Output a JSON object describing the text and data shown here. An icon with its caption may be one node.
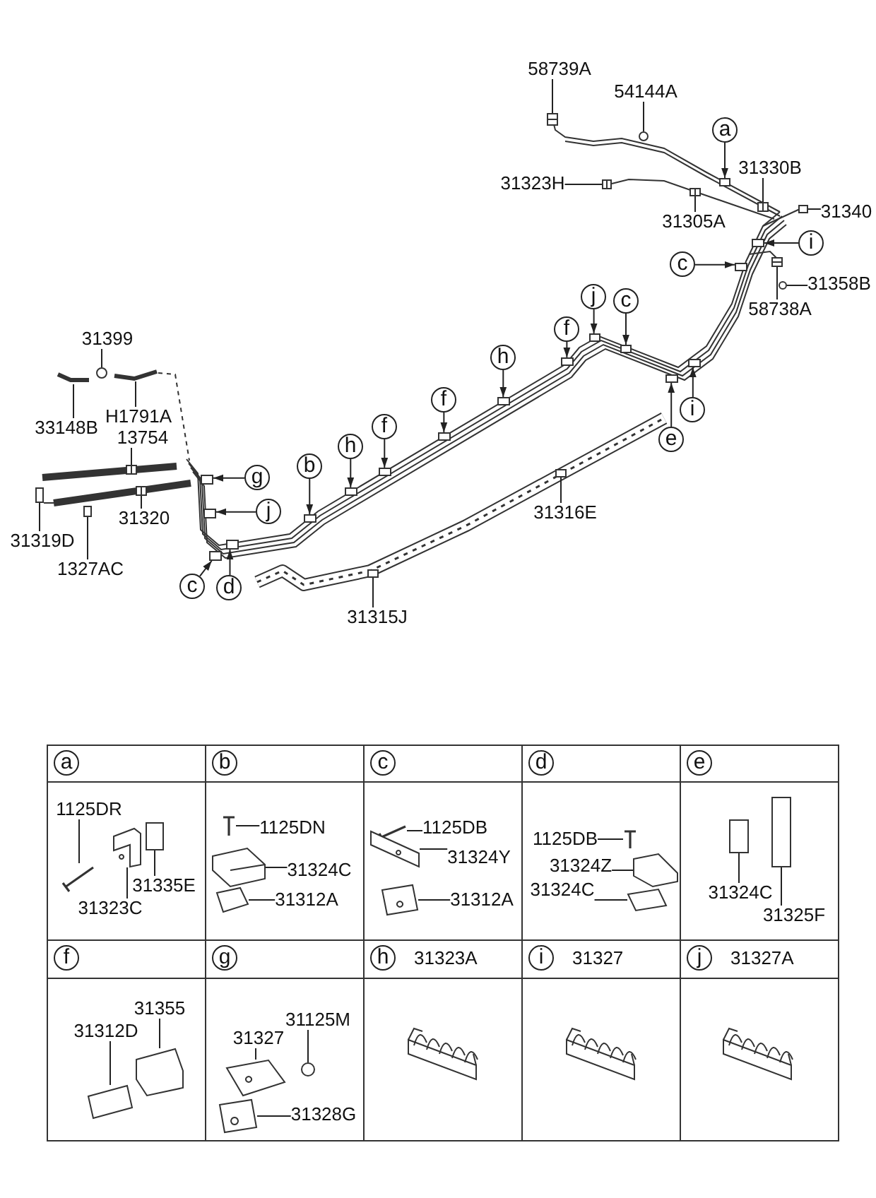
{
  "diagram": {
    "nodes": [
      {
        "text": [
          "58739A"
        ]
      },
      {
        "text": [
          "54144A"
        ]
      },
      {
        "text": [
          "a"
        ]
      },
      {
        "text": [
          "31330B"
        ]
      },
      {
        "text": [
          "31323H"
        ]
      },
      {
        "text": [
          "31305A"
        ]
      },
      {
        "text": [
          "31340"
        ]
      },
      {
        "text": [
          "i"
        ]
      },
      {
        "text": [
          "c"
        ]
      },
      {
        "text": [
          "31358B"
        ]
      },
      {
        "text": [
          "58738A"
        ]
      },
      {
        "text": [
          "j"
        ]
      },
      {
        "text": [
          "c"
        ]
      },
      {
        "text": [
          "f"
        ]
      },
      {
        "text": [
          "h"
        ]
      },
      {
        "text": [
          "f"
        ]
      },
      {
        "text": [
          "f"
        ]
      },
      {
        "text": [
          "h"
        ]
      },
      {
        "text": [
          "b"
        ]
      },
      {
        "text": [
          "e"
        ]
      },
      {
        "text": [
          "i"
        ]
      },
      {
        "text": [
          "31316E"
        ]
      },
      {
        "text": [
          "31399"
        ]
      },
      {
        "text": [
          "33148B"
        ]
      },
      {
        "text": [
          "H1791A"
        ]
      },
      {
        "text": [
          "13754"
        ]
      },
      {
        "text": [
          "g"
        ]
      },
      {
        "text": [
          "j"
        ]
      },
      {
        "text": [
          "31320"
        ]
      },
      {
        "text": [
          "31319D"
        ]
      },
      {
        "text": [
          "1327AC"
        ]
      },
      {
        "text": [
          "c"
        ]
      },
      {
        "text": [
          "d"
        ]
      },
      {
        "text": [
          "31315J"
        ]
      },
      {
        "text": [
          "a"
        ]
      },
      {
        "text": [
          "b"
        ]
      },
      {
        "text": [
          "c"
        ]
      },
      {
        "text": [
          "d"
        ]
      },
      {
        "text": [
          "e"
        ]
      },
      {
        "text": [
          "1125DR"
        ]
      },
      {
        "text": [
          "31335E"
        ]
      },
      {
        "text": [
          "31323C"
        ]
      },
      {
        "text": [
          "1125DN"
        ]
      },
      {
        "text": [
          "31324C"
        ]
      },
      {
        "text": [
          "31312A"
        ]
      },
      {
        "text": [
          "1125DB"
        ]
      },
      {
        "text": [
          "31324Y"
        ]
      },
      {
        "text": [
          "31312A"
        ]
      },
      {
        "text": [
          "1125DB"
        ]
      },
      {
        "text": [
          "31324Z"
        ]
      },
      {
        "text": [
          "31324C"
        ]
      },
      {
        "text": [
          "31324C"
        ]
      },
      {
        "text": [
          "31325F"
        ]
      },
      {
        "text": [
          "f"
        ]
      },
      {
        "text": [
          "g"
        ]
      },
      {
        "text": [
          "h"
        ],
        "beside": [
          "31323A"
        ]
      },
      {
        "text": [
          "i"
        ],
        "beside": [
          "31327"
        ]
      },
      {
        "text": [
          "j"
        ],
        "beside": [
          "31327A"
        ]
      },
      {
        "text": [
          "31355"
        ]
      },
      {
        "text": [
          "31312D"
        ]
      },
      {
        "text": [
          "31125M"
        ]
      },
      {
        "text": [
          "31327"
        ]
      },
      {
        "text": [
          "31328G"
        ]
      },
      {
        "text": [],
        "shape": "picture"
      },
      {
        "text": [],
        "shape": "circle"
      },
      {
        "text": [],
        "shape": "box"
      },
      {
        "text": [],
        "shape": "picture"
      },
      {
        "text": [],
        "shape": "picture"
      },
      {
        "text": [],
        "shape": "picture"
      },
      {
        "text": [],
        "shape": "box"
      },
      {
        "text": [],
        "shape": "box"
      },
      {
        "text": [],
        "shape": "box"
      },
      {
        "text": [],
        "shape": "circle"
      },
      {
        "text": [],
        "shape": "picture"
      },
      {
        "text": [],
        "shape": "box"
      },
      {
        "text": [],
        "shape": "box"
      },
      {
        "text": [],
        "shape": "box"
      },
      {
        "text": [],
        "shape": "box"
      },
      {
        "text": [],
        "shape": "box"
      },
      {
        "text": [],
        "shape": "box"
      },
      {
        "text": [],
        "shape": "box"
      },
      {
        "text": [],
        "shape": "box"
      },
      {
        "text": [],
        "shape": "box"
      },
      {
        "text": [],
        "shape": "box"
      },
      {
        "text": [],
        "shape": "box"
      },
      {
        "text": [],
        "shape": "circle"
      },
      {
        "text": [],
        "shape": "picture"
      },
      {
        "text": [],
        "shape": "picture"
      },
      {
        "text": [],
        "shape": "picture"
      },
      {
        "text": [],
        "shape": "box"
      },
      {
        "text": [],
        "shape": "box"
      },
      {
        "text": [],
        "shape": "picture"
      },
      {
        "text": [],
        "shape": "box"
      },
      {
        "text": [],
        "shape": "box"
      },
      {
        "text": [],
        "shape": "box"
      },
      {
        "text": [],
        "shape": "box"
      },
      {
        "text": [],
        "shape": "box"
      },
      {
        "text": [],
        "shape": "picture"
      },
      {
        "text": [],
        "shape": "box"
      },
      {
        "text": [],
        "shape": "picture"
      },
      {
        "text": [],
        "shape": "picture"
      },
      {
        "text": [],
        "shape": "picture"
      },
      {
        "text": [],
        "shape": "picture"
      },
      {
        "text": [],
        "shape": "picture"
      },
      {
        "text": [],
        "shape": "picture"
      },
      {
        "text": [],
        "shape": "picture"
      },
      {
        "text": [],
        "shape": "picture"
      },
      {
        "text": [],
        "shape": "picture"
      },
      {
        "text": [],
        "shape": "picture"
      },
      {
        "text": [],
        "shape": "box"
      },
      {
        "text": [],
        "shape": "box"
      },
      {
        "text": [],
        "shape": "picture"
      },
      {
        "text": [],
        "shape": "picture"
      },
      {
        "text": [],
        "shape": "circle"
      },
      {
        "text": [],
        "shape": "picture"
      },
      {
        "text": [],
        "shape": "picture"
      }
    ],
    "edges": [
      {
        "from": 0,
        "to": 63,
        "arrow": "none"
      },
      {
        "from": 1,
        "to": 64,
        "arrow": "none"
      },
      {
        "from": 2,
        "to": 65,
        "arrow": "to"
      },
      {
        "from": 3,
        "to": 66,
        "arrow": "none"
      },
      {
        "from": 4,
        "to": 67,
        "arrow": "none"
      },
      {
        "from": 5,
        "to": 68,
        "arrow": "none"
      },
      {
        "from": 6,
        "to": 69,
        "arrow": "none"
      },
      {
        "from": 7,
        "to": 70,
        "arrow": "to"
      },
      {
        "from": 8,
        "to": 71,
        "arrow": "to"
      },
      {
        "from": 9,
        "to": 72,
        "arrow": "none"
      },
      {
        "from": 10,
        "to": 73,
        "arrow": "none"
      },
      {
        "from": 11,
        "to": 74,
        "arrow": "to"
      },
      {
        "from": 12,
        "to": 75,
        "arrow": "to"
      },
      {
        "from": 13,
        "to": 76,
        "arrow": "to"
      },
      {
        "from": 14,
        "to": 77,
        "arrow": "to"
      },
      {
        "from": 15,
        "to": 78,
        "arrow": "to"
      },
      {
        "from": 16,
        "to": 79,
        "arrow": "to"
      },
      {
        "from": 17,
        "to": 80,
        "arrow": "to"
      },
      {
        "from": 18,
        "to": 81,
        "arrow": "to"
      },
      {
        "from": 19,
        "to": 82,
        "arrow": "to"
      },
      {
        "from": 20,
        "to": 83,
        "arrow": "to"
      },
      {
        "from": 21,
        "to": 84,
        "arrow": "none"
      },
      {
        "from": 22,
        "to": 85,
        "arrow": "none"
      },
      {
        "from": 23,
        "to": 86,
        "arrow": "none"
      },
      {
        "from": 24,
        "to": 87,
        "arrow": "none"
      },
      {
        "from": 25,
        "to": 88,
        "arrow": "none"
      },
      {
        "from": 26,
        "to": 89,
        "arrow": "to"
      },
      {
        "from": 27,
        "to": 90,
        "arrow": "to"
      },
      {
        "from": 28,
        "to": 91,
        "arrow": "none"
      },
      {
        "from": 29,
        "to": 92,
        "arrow": "none"
      },
      {
        "from": 30,
        "to": 93,
        "arrow": "none"
      },
      {
        "from": 31,
        "to": 94,
        "arrow": "to"
      },
      {
        "from": 32,
        "to": 95,
        "arrow": "to"
      },
      {
        "from": 33,
        "to": 96,
        "arrow": "none"
      },
      {
        "from": 39,
        "to": 97,
        "arrow": "none"
      },
      {
        "from": 40,
        "to": 98,
        "arrow": "none"
      },
      {
        "from": 41,
        "to": 99,
        "arrow": "none"
      },
      {
        "from": 42,
        "to": 100,
        "arrow": "none"
      },
      {
        "from": 43,
        "to": 101,
        "arrow": "none"
      },
      {
        "from": 44,
        "to": 102,
        "arrow": "none"
      },
      {
        "from": 45,
        "to": 103,
        "arrow": "none"
      },
      {
        "from": 46,
        "to": 104,
        "arrow": "none"
      },
      {
        "from": 47,
        "to": 105,
        "arrow": "none"
      },
      {
        "from": 48,
        "to": 106,
        "arrow": "none"
      },
      {
        "from": 49,
        "to": 107,
        "arrow": "none"
      },
      {
        "from": 50,
        "to": 108,
        "arrow": "none"
      },
      {
        "from": 51,
        "to": 109,
        "arrow": "none"
      },
      {
        "from": 52,
        "to": 110,
        "arrow": "none"
      },
      {
        "from": 58,
        "to": 111,
        "arrow": "none"
      },
      {
        "from": 59,
        "to": 112,
        "arrow": "none"
      },
      {
        "from": 60,
        "to": 113,
        "arrow": "none"
      },
      {
        "from": 61,
        "to": 114,
        "arrow": "none"
      },
      {
        "from": 62,
        "to": 115,
        "arrow": "none"
      }
    ]
  }
}
